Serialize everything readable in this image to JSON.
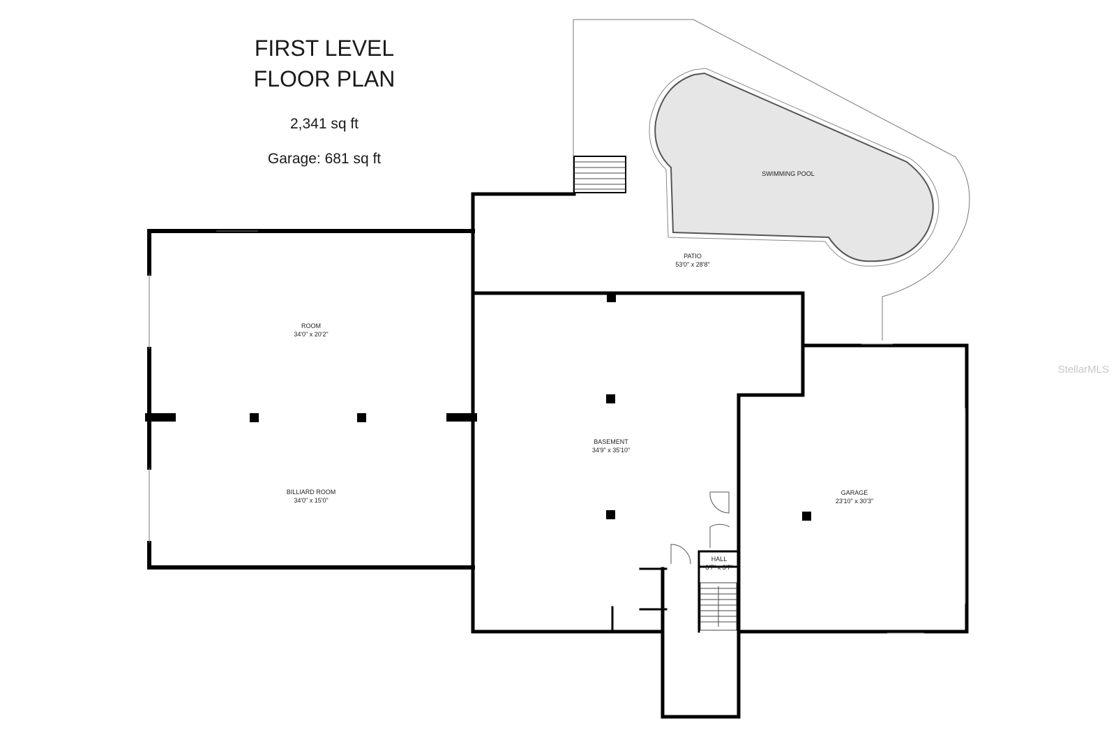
{
  "header": {
    "title_line1": "FIRST LEVEL",
    "title_line2": "FLOOR PLAN",
    "area": "2,341 sq ft",
    "garage_area": "Garage: 681 sq ft"
  },
  "rooms": {
    "swimming_pool": {
      "name": "SWIMMING POOL"
    },
    "patio": {
      "name": "PATIO",
      "dims": "53'0\" x 28'8\""
    },
    "room": {
      "name": "ROOM",
      "dims": "34'0\" x 20'2\""
    },
    "billiard_room": {
      "name": "BILLIARD ROOM",
      "dims": "34'0\" x 15'0\""
    },
    "basement": {
      "name": "BASEMENT",
      "dims": "34'9\" x 35'10\""
    },
    "garage": {
      "name": "GARAGE",
      "dims": "23'10\" x 30'3\""
    },
    "hall": {
      "name": "HALL",
      "dims": "3'7\" x 3'7\""
    }
  },
  "watermark": "StellarMLS",
  "colors": {
    "wall": "#000000",
    "pool_fill": "#e6e6e6",
    "background": "#ffffff"
  }
}
